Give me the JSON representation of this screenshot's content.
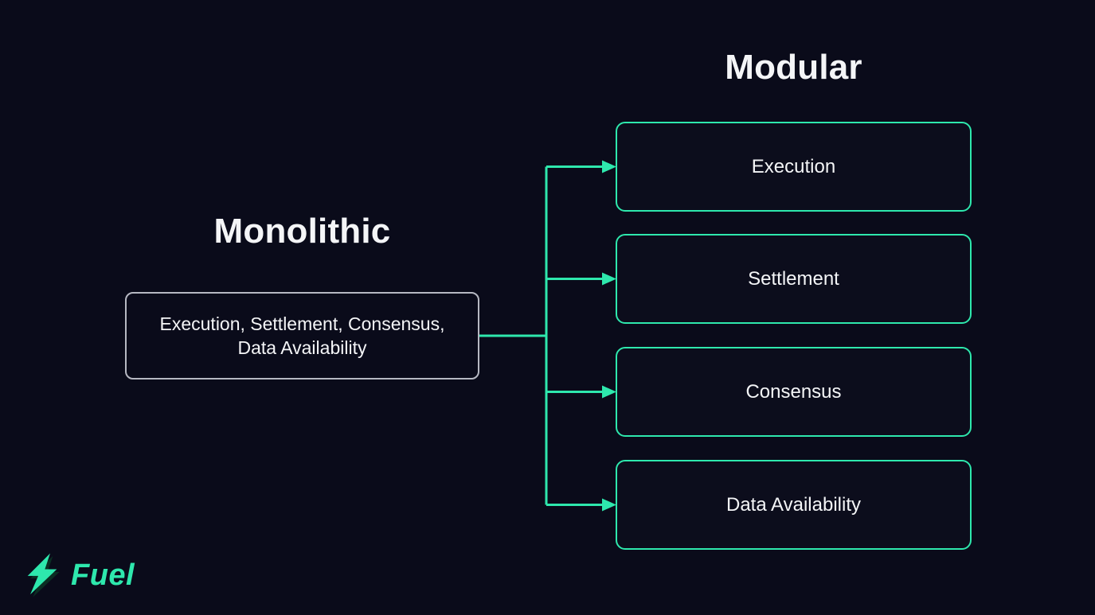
{
  "diagram": {
    "monolithic": {
      "title": "Monolithic",
      "box_lines": [
        "Execution, Settlement, Consensus,",
        "Data Availability"
      ]
    },
    "modular": {
      "title": "Modular",
      "boxes": [
        {
          "label": "Execution"
        },
        {
          "label": "Settlement"
        },
        {
          "label": "Consensus"
        },
        {
          "label": "Data Availability"
        }
      ]
    }
  },
  "logo": {
    "brand": "Fuel",
    "icon": "lightning-bolt-icon"
  },
  "colors": {
    "background": "#0a0b1a",
    "accent": "#2ee8ad",
    "monolithic_box_border": "#b6b8c2",
    "text": "#f4f5f7"
  }
}
